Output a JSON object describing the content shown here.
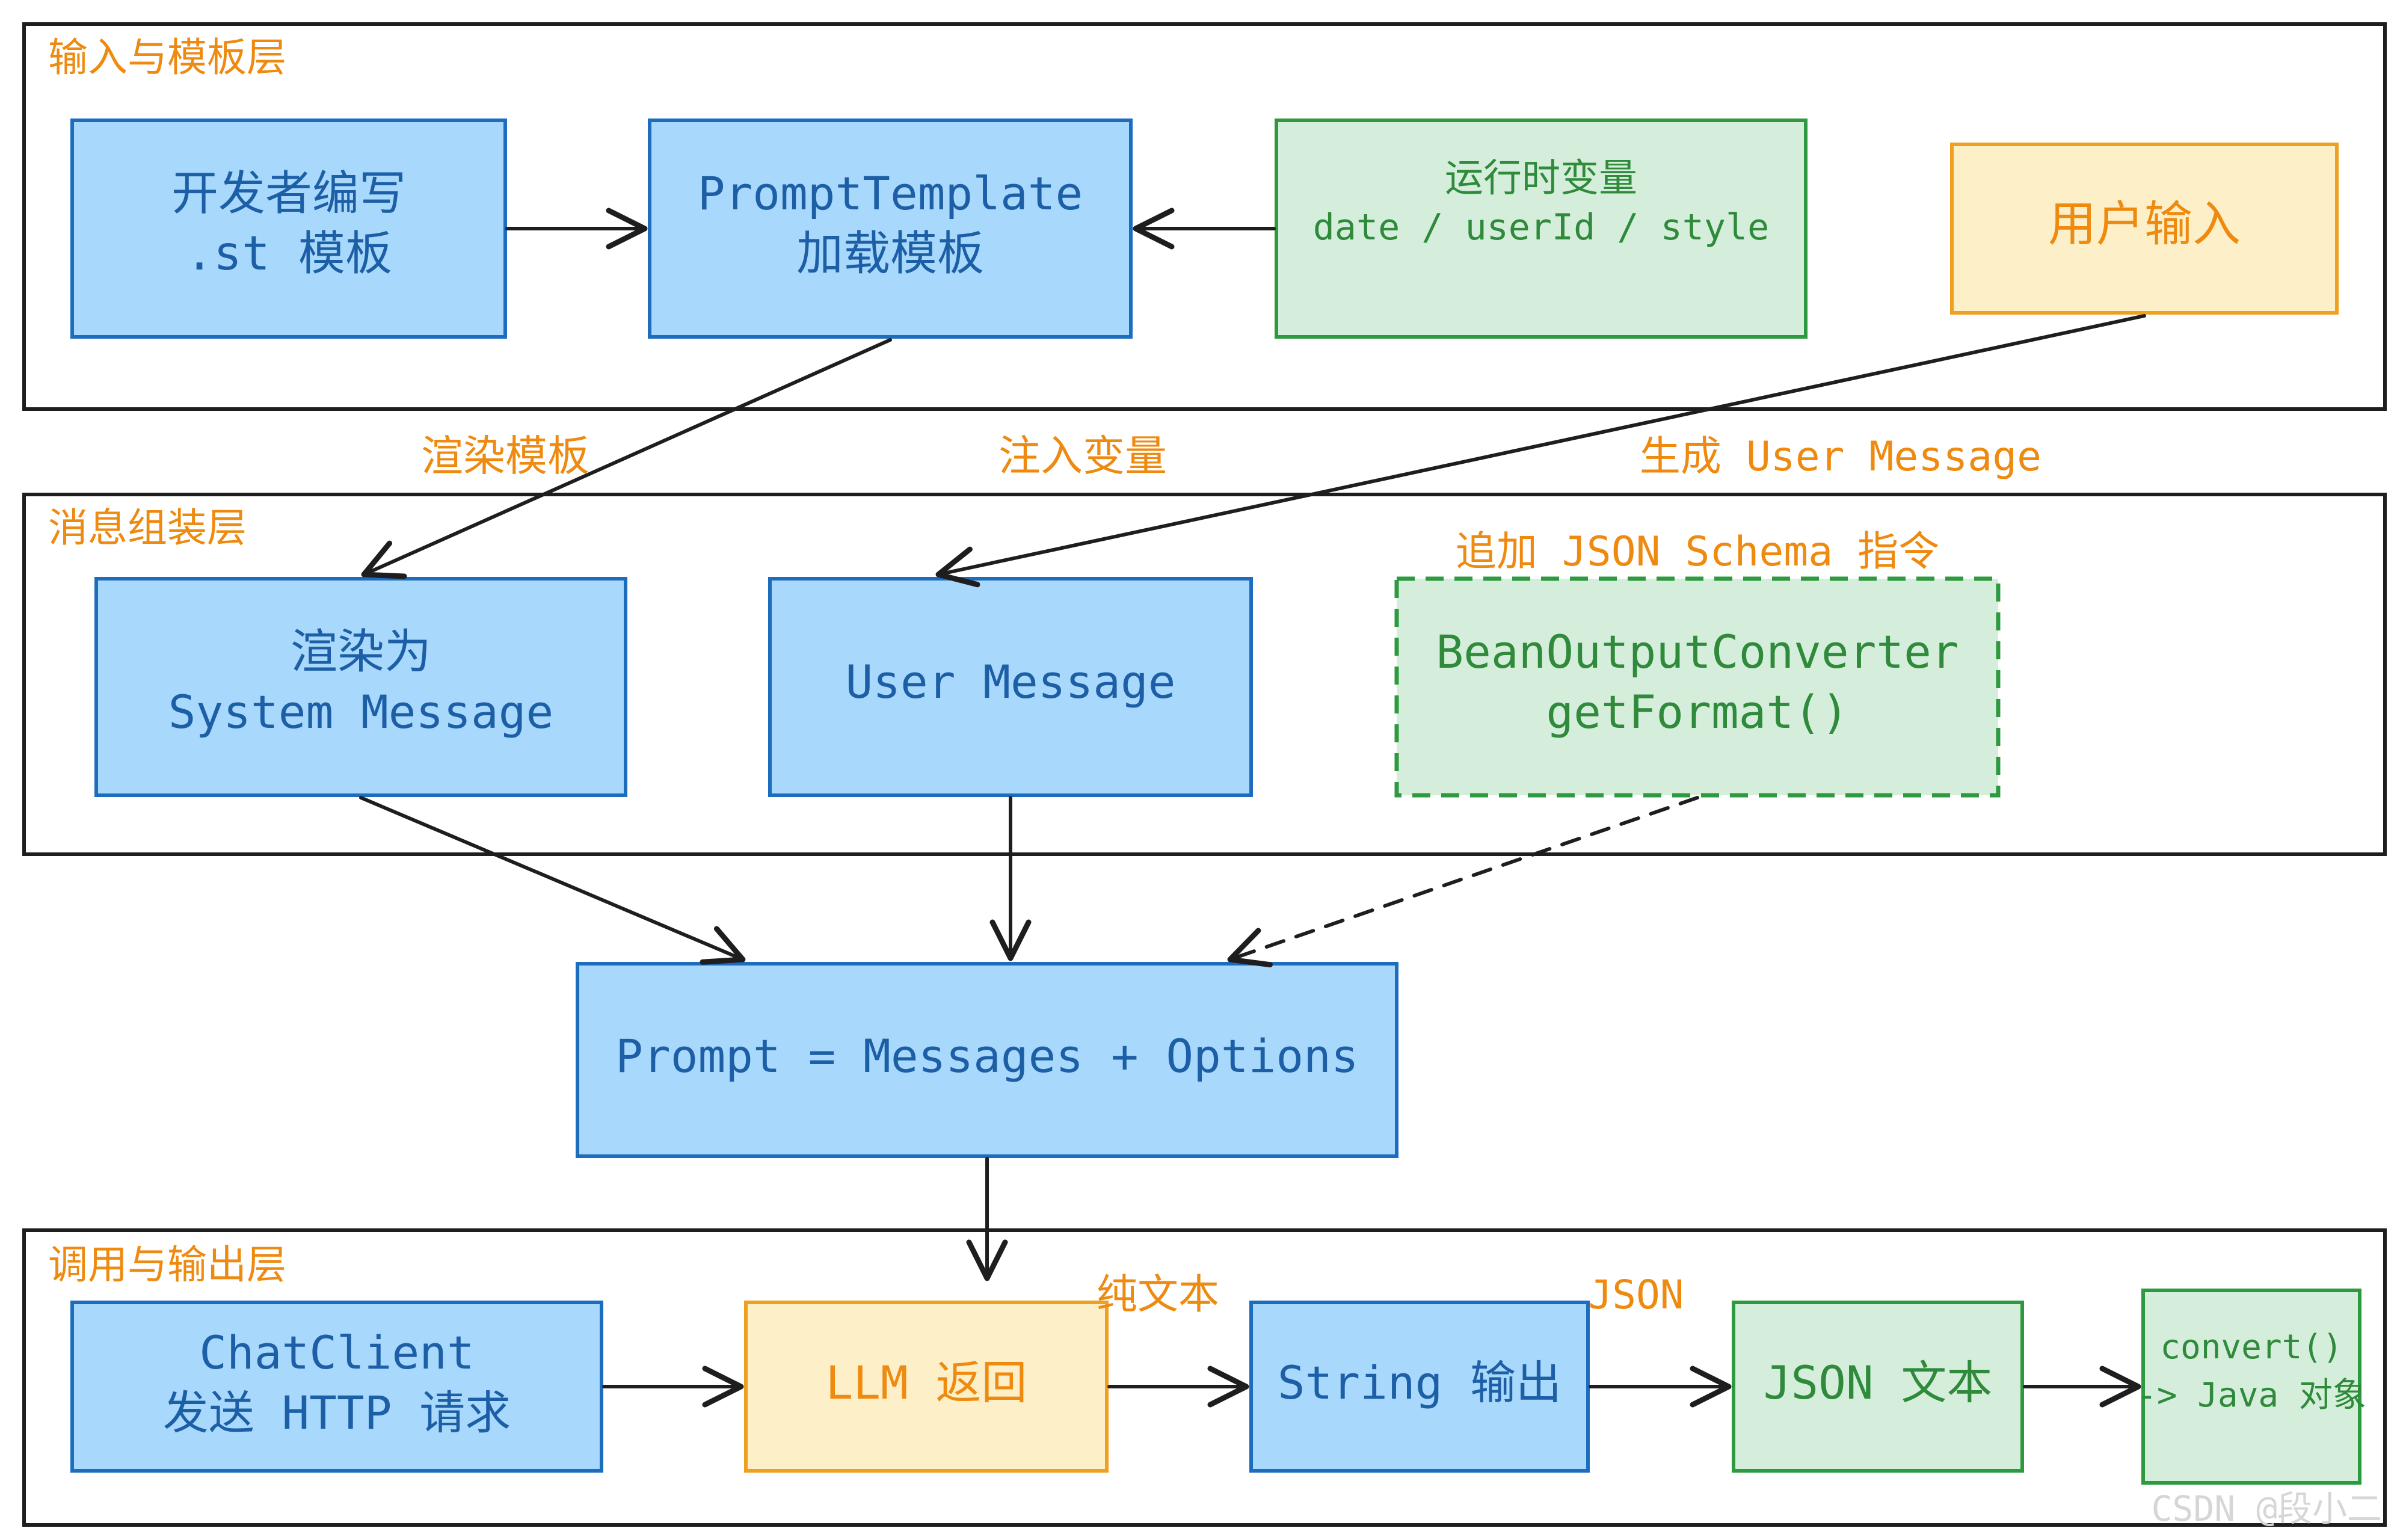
{
  "colors": {
    "blue_fill": "#a8d8fb",
    "blue_stroke": "#1d6dbf",
    "blue_text": "#1d5fa6",
    "green_fill": "#d5eedb",
    "green_stroke": "#2e9a3f",
    "green_text": "#2f8a3b",
    "yellow_fill": "#fdf0c8",
    "yellow_stroke": "#f0a020",
    "orange_text": "#ef8a10",
    "frame_stroke": "#1e1e1e",
    "arrow": "#1e1e1e"
  },
  "layers": {
    "input": {
      "title": "输入与模板层"
    },
    "message": {
      "title": "消息组装层"
    },
    "output": {
      "title": "调用与输出层"
    }
  },
  "nodes": {
    "dev_template": {
      "line1": "开发者编写",
      "line2": ".st 模板"
    },
    "prompt_template": {
      "line1": "PromptTemplate",
      "line2": "加载模板"
    },
    "runtime_vars": {
      "line1": "运行时变量",
      "line2": "date / userId / style"
    },
    "user_input": {
      "line1": "用户输入"
    },
    "system_message": {
      "line1": "渲染为",
      "line2": "System Message"
    },
    "user_message": {
      "line1": "User Message"
    },
    "bean_converter": {
      "line1": "BeanOutputConverter",
      "line2": "getFormat()"
    },
    "prompt": {
      "line1": "Prompt = Messages + Options"
    },
    "chat_client": {
      "line1": "ChatClient",
      "line2": "发送 HTTP 请求"
    },
    "llm_return": {
      "line1": "LLM 返回"
    },
    "string_output": {
      "line1": "String 输出"
    },
    "json_text": {
      "line1": "JSON 文本"
    },
    "java_object": {
      "line1": "convert()",
      "line2": "-> Java 对象"
    }
  },
  "edge_labels": {
    "render_template": "渲染模板",
    "inject_vars": "注入变量",
    "gen_user_message": "生成 User Message",
    "append_schema": "追加 JSON Schema 指令",
    "plain_text": "纯文本",
    "json": "JSON"
  },
  "watermark": "CSDN @段小二"
}
